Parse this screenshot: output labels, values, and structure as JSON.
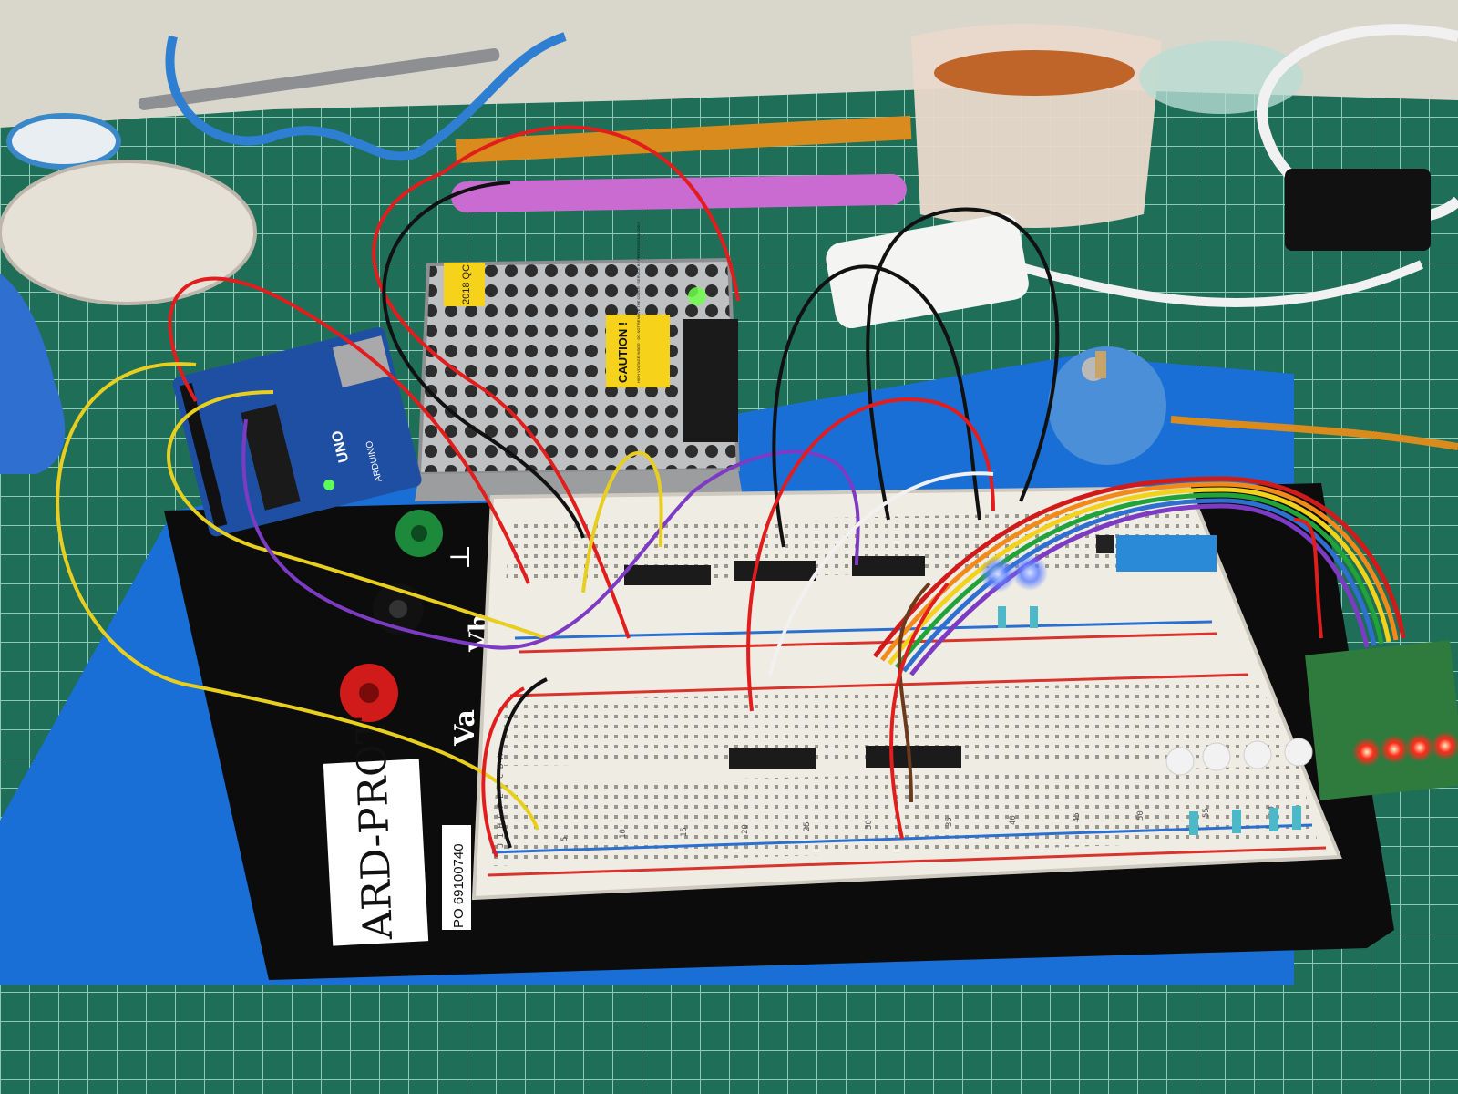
{
  "board_label": "ARD-PROT",
  "part_number": "PO 69100740",
  "terminal_labels": {
    "a": "Va",
    "b": "Vb",
    "ground": "⊥"
  },
  "psu": {
    "year_sticker": "2018 QC",
    "caution_text": "CAUTION !",
    "caution_sub": "HIGH VOLTAGE INSIDE · DO NOT REMOVE THE COVER · SERVICE BY PROFESSIONAL ONLY"
  },
  "arduino": {
    "model": "UNO",
    "brand": "ARDUINO"
  },
  "breadboard": {
    "row_letters_left": "J I H G F   E D C B A",
    "column_numbers": [
      "5",
      "10",
      "15",
      "20",
      "25",
      "30",
      "35",
      "40",
      "45",
      "50",
      "55",
      "60"
    ]
  },
  "colors": {
    "mat": "#1f6e58",
    "mat_grid": "#8fc9b6",
    "tape": "#1a6fd6",
    "base": "#0c0c0c",
    "breadboard": "#efece4",
    "psu_metal": "#b9babc",
    "arduino": "#1f4fa3",
    "led_blue": "#5a7dff",
    "led_red": "#ff2a1a",
    "dip_switch": "#2b8ad8",
    "terminal_green": "#1c8a3a",
    "terminal_black": "#111111",
    "terminal_red": "#d11b1b"
  }
}
